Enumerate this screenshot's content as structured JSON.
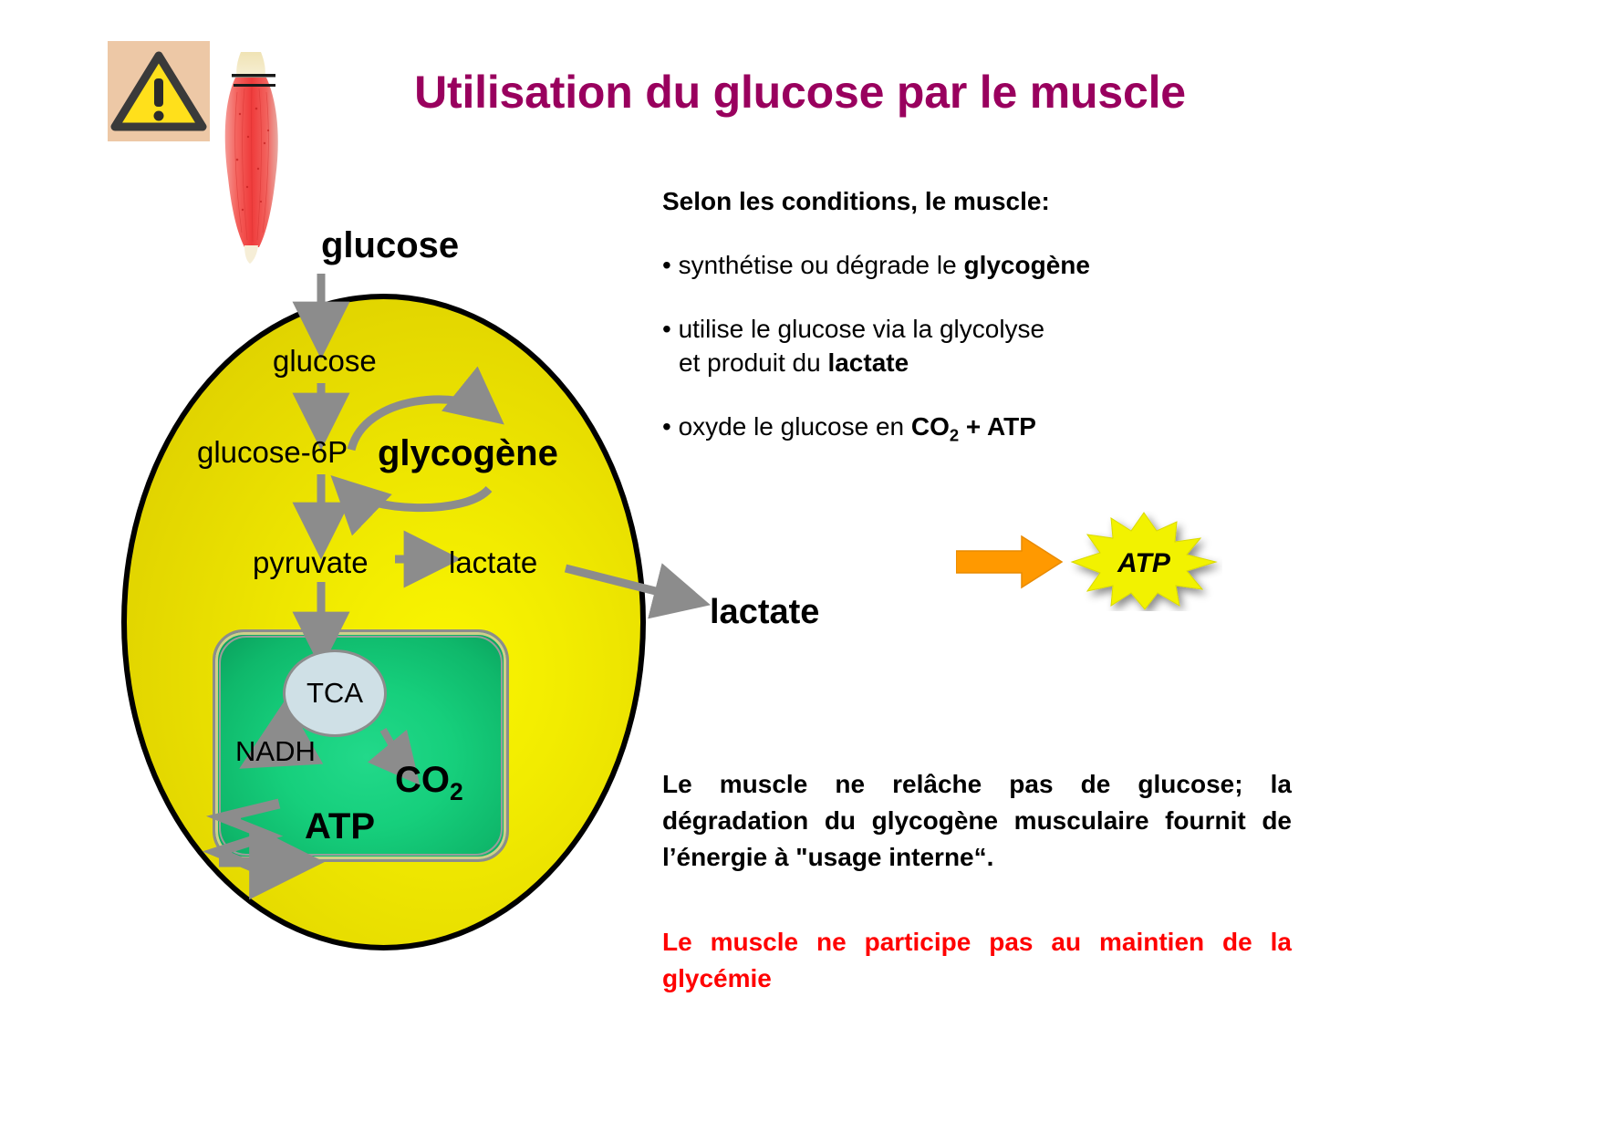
{
  "slide": {
    "title": "Utilisation du glucose par le muscle",
    "title_color": "#99005e",
    "background_color": "#ffffff"
  },
  "icons": {
    "warning": "warning-triangle-icon",
    "muscle": "skeletal-muscle-illustration"
  },
  "diagram": {
    "cell_label": "muscle-cell",
    "cell_color": "#f2ec00",
    "mitochondrion_color": "#16cf7c",
    "tca_node_color": "#cfe0e6",
    "arrow_color": "#8c8c8c",
    "labels": {
      "glucose_extracellular": "glucose",
      "glucose_intracellular": "glucose",
      "glucose6p": "glucose-6P",
      "glycogene": "glycogène",
      "pyruvate": "pyruvate",
      "lactate_intracellular": "lactate",
      "lactate_extracellular": "lactate",
      "tca": "TCA",
      "nadh": "NADH",
      "co2": "CO",
      "co2_sub": "2",
      "atp": "ATP"
    }
  },
  "right_column": {
    "intro": "Selon les conditions, le muscle:",
    "bullets": [
      {
        "line1_pre": "• synthétise ou dégrade le ",
        "line1_bold": "glycogène",
        "line1_post": "",
        "line2_pre": "",
        "line2_bold": "",
        "line2_post": ""
      },
      {
        "line1_pre": "• utilise le glucose via la glycolyse",
        "line1_bold": "",
        "line1_post": "",
        "line2_pre": " et produit du ",
        "line2_bold": "lactate",
        "line2_post": ""
      },
      {
        "line1_pre": "• oxyde le glucose en ",
        "line1_bold": "CO",
        "line1_sub": "2",
        "line1_bold2": " + ATP",
        "line1_post": "",
        "line2_pre": "",
        "line2_bold": "",
        "line2_post": ""
      }
    ]
  },
  "atp_graphic": {
    "arrow_color": "#ff9900",
    "star_fill": "#f2f200",
    "star_label": "ATP",
    "star_label_color": "#000000"
  },
  "paragraphs": {
    "black": "Le muscle ne relâche pas de glucose; la dégradation du glycogène musculaire fournit de l’énergie à \"usage interne“.",
    "red_line1": "Le muscle ne participe pas au maintien",
    "red_line2": "de la glycémie",
    "red_color": "#ff0000"
  }
}
